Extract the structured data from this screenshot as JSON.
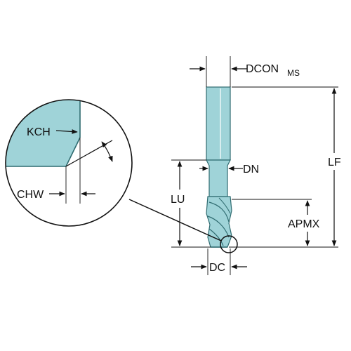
{
  "colors": {
    "tool_fill": "#9fd3d8",
    "tool_edge": "#2f6b70",
    "line": "#111111",
    "background": "#ffffff"
  },
  "labels": {
    "dcon": "DCON",
    "dcon_sub": "MS",
    "dn": "DN",
    "lf": "LF",
    "lu": "LU",
    "apmx": "APMX",
    "dc": "DC",
    "kch": "KCH",
    "chw": "CHW"
  }
}
